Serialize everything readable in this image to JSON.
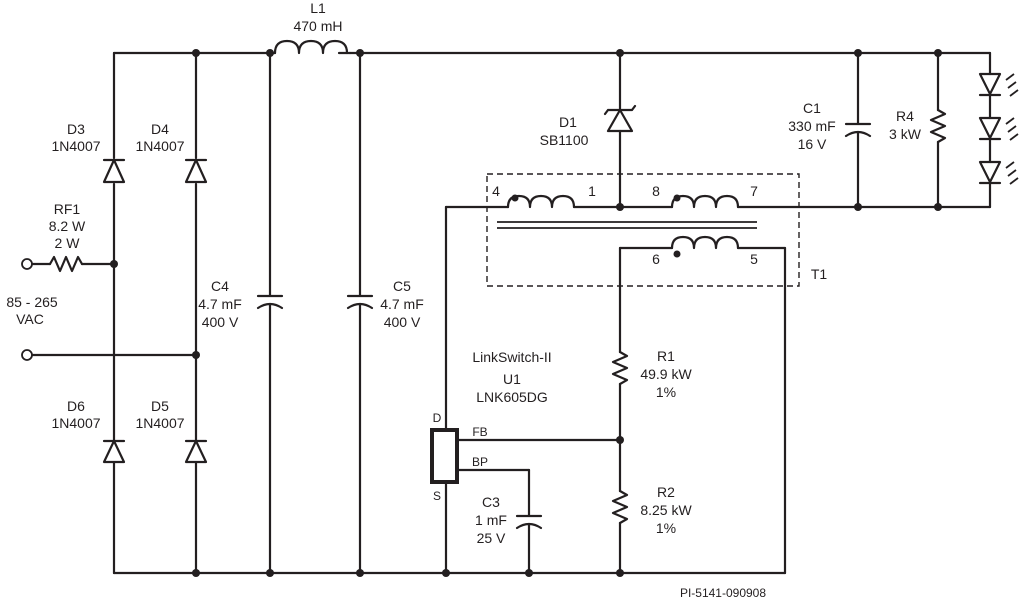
{
  "diagram": {
    "input": {
      "label_line1": "85 - 265",
      "label_line2": "VAC"
    },
    "rf1": {
      "ref": "RF1",
      "v1": "8.2 W",
      "v2": "2 W"
    },
    "d3": {
      "ref": "D3",
      "part": "1N4007"
    },
    "d4": {
      "ref": "D4",
      "part": "1N4007"
    },
    "d5": {
      "ref": "D5",
      "part": "1N4007"
    },
    "d6": {
      "ref": "D6",
      "part": "1N4007"
    },
    "l1": {
      "ref": "L1",
      "value": "470 mH"
    },
    "c4": {
      "ref": "C4",
      "v1": "4.7 mF",
      "v2": "400 V"
    },
    "c5": {
      "ref": "C5",
      "v1": "4.7 mF",
      "v2": "400 V"
    },
    "d1": {
      "ref": "D1",
      "part": "SB1100"
    },
    "c1": {
      "ref": "C1",
      "v1": "330 mF",
      "v2": "16 V"
    },
    "r4": {
      "ref": "R4",
      "value": "3 kW"
    },
    "t1": {
      "ref": "T1",
      "pins": [
        "4",
        "1",
        "8",
        "7",
        "6",
        "5"
      ]
    },
    "u1": {
      "name": "LinkSwitch-II",
      "ref": "U1",
      "part": "LNK605DG",
      "pin_d": "D",
      "pin_s": "S",
      "pin_fb": "FB",
      "pin_bp": "BP"
    },
    "r1": {
      "ref": "R1",
      "v1": "49.9 kW",
      "v2": "1%"
    },
    "r2": {
      "ref": "R2",
      "v1": "8.25 kW",
      "v2": "1%"
    },
    "c3": {
      "ref": "C3",
      "v1": "1 mF",
      "v2": "25 V"
    },
    "footer_id": "PI-5141-090908"
  }
}
